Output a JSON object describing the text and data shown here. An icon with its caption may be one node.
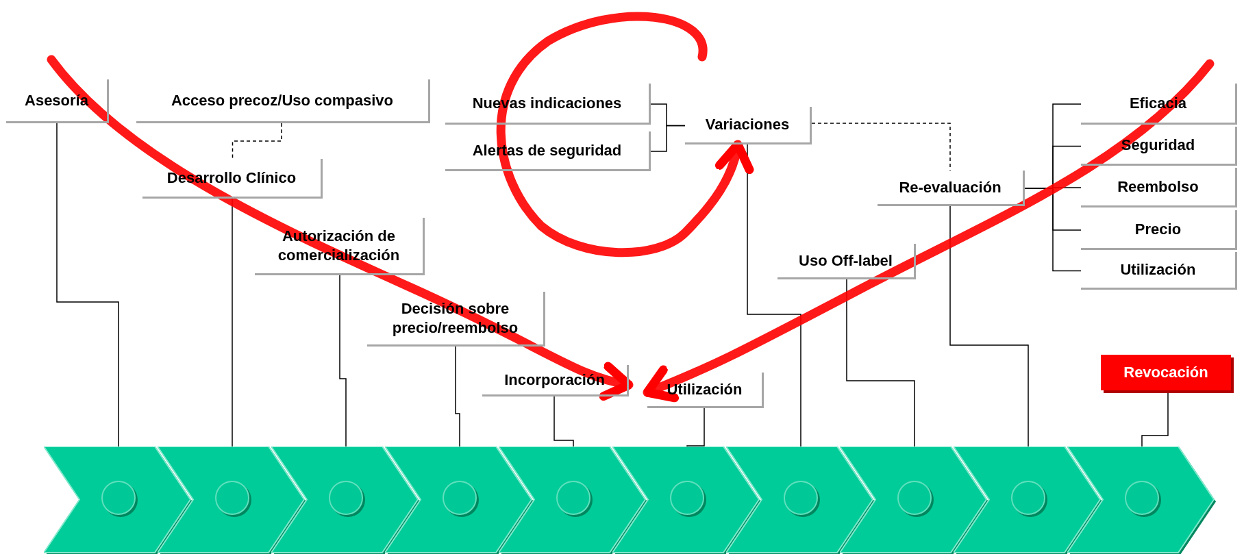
{
  "diagram": {
    "nodes": [
      {
        "text": [
          "Asesoría"
        ]
      },
      {
        "text": [
          "Acceso precoz/Uso compasivo"
        ]
      },
      {
        "text": [
          "Desarrollo Clínico"
        ]
      },
      {
        "text": [
          "Autorización de comercialización"
        ]
      },
      {
        "text": [
          "Decisión sobre precio/reembolso"
        ]
      },
      {
        "text": [
          "Incorporación"
        ]
      },
      {
        "text": [
          "Utilización"
        ]
      },
      {
        "text": [
          "Nuevas indicaciones"
        ]
      },
      {
        "text": [
          "Alertas de seguridad"
        ]
      },
      {
        "text": [
          "Variaciones"
        ]
      },
      {
        "text": [
          "Re-evaluación"
        ]
      },
      {
        "text": [
          "Uso Off-label"
        ]
      },
      {
        "text": [
          "Eficacia"
        ]
      },
      {
        "text": [
          "Seguridad"
        ]
      },
      {
        "text": [
          "Reembolso"
        ]
      },
      {
        "text": [
          "Precio"
        ]
      },
      {
        "text": [
          "Utilización"
        ]
      },
      {
        "text": [
          "Revocación"
        ]
      },
      {
        "text": [],
        "shape": "chevron"
      },
      {
        "text": [],
        "shape": "circle",
        "in": 18
      },
      {
        "text": [],
        "shape": "chevron"
      },
      {
        "text": [],
        "shape": "circle",
        "in": 20
      },
      {
        "text": [],
        "shape": "chevron"
      },
      {
        "text": [],
        "shape": "circle",
        "in": 22
      },
      {
        "text": [],
        "shape": "chevron"
      },
      {
        "text": [],
        "shape": "circle",
        "in": 24
      },
      {
        "text": [],
        "shape": "chevron"
      },
      {
        "text": [],
        "shape": "circle",
        "in": 26
      },
      {
        "text": [],
        "shape": "chevron"
      },
      {
        "text": [],
        "shape": "circle",
        "in": 28
      },
      {
        "text": [],
        "shape": "chevron"
      },
      {
        "text": [],
        "shape": "circle",
        "in": 30
      },
      {
        "text": [],
        "shape": "chevron"
      },
      {
        "text": [],
        "shape": "circle",
        "in": 32
      },
      {
        "text": [],
        "shape": "chevron"
      },
      {
        "text": [],
        "shape": "circle",
        "in": 34
      },
      {
        "text": [],
        "shape": "chevron"
      },
      {
        "text": [],
        "shape": "circle",
        "in": 36
      }
    ],
    "edges": [
      {
        "from": 0,
        "to": 19,
        "arrow": "to"
      },
      {
        "from": 2,
        "to": 21,
        "arrow": "to"
      },
      {
        "from": 3,
        "to": 23,
        "arrow": "to"
      },
      {
        "from": 4,
        "to": 25,
        "arrow": "to"
      },
      {
        "from": 5,
        "to": 27,
        "arrow": "to"
      },
      {
        "from": 6,
        "to": 29,
        "arrow": "to"
      },
      {
        "from": 9,
        "to": 31,
        "arrow": "to"
      },
      {
        "from": 11,
        "to": 33,
        "arrow": "to"
      },
      {
        "from": 10,
        "to": 35,
        "arrow": "to"
      },
      {
        "from": 17,
        "to": 37,
        "arrow": "to"
      },
      {
        "from": 1,
        "to": 2,
        "arrow": "none",
        "style": "dashed"
      },
      {
        "from": 9,
        "to": 10,
        "arrow": "none",
        "style": "dashed"
      },
      {
        "from": 7,
        "to": 9,
        "arrow": "none"
      },
      {
        "from": 8,
        "to": 9,
        "arrow": "none"
      },
      {
        "from": 10,
        "to": 12,
        "arrow": "none"
      },
      {
        "from": 10,
        "to": 13,
        "arrow": "none"
      },
      {
        "from": 10,
        "to": 14,
        "arrow": "none"
      },
      {
        "from": 10,
        "to": 15,
        "arrow": "none"
      },
      {
        "from": 10,
        "to": 16,
        "arrow": "none"
      },
      {
        "from": null,
        "to": 5,
        "arrow": "to",
        "style": "thick",
        "color": "#ff0000"
      },
      {
        "from": null,
        "to": 6,
        "arrow": "to",
        "style": "thick",
        "color": "#ff0000"
      },
      {
        "from": null,
        "to": 9,
        "arrow": "to",
        "style": "thick",
        "color": "#ff0000"
      }
    ]
  }
}
